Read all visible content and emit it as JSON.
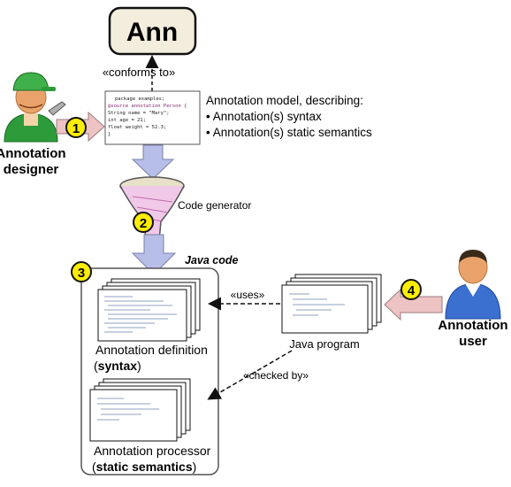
{
  "ann_box": {
    "label": "Ann"
  },
  "conforms_label": "«conforms to»",
  "code_snippet": {
    "lines": [
      "package examples;",
      "@source annotation Person {",
      "    String name = \"Mary\";",
      "    int age = 21;",
      "    float weight = 52.3;",
      "}"
    ]
  },
  "model_description": {
    "heading": "Annotation model, describing:",
    "bullets": [
      "• Annotation(s) syntax",
      "• Annotation(s) static semantics"
    ]
  },
  "designer": {
    "name_line1": "Annotation",
    "name_line2": "designer"
  },
  "user": {
    "name_line1": "Annotation",
    "name_line2": "user"
  },
  "steps": {
    "s1": "1",
    "s2": "2",
    "s3": "3",
    "s4": "4"
  },
  "code_generator_label": "Code generator",
  "java_code_label": "Java code",
  "uses_label": "«uses»",
  "checked_by_label": "«checked by»",
  "java_program_label": "Java program",
  "annotation_definition": {
    "line1": "Annotation definition",
    "paren_open": "(",
    "bold": "syntax",
    "paren_close": ")"
  },
  "annotation_processor": {
    "line1": "Annotation processor",
    "paren_open": "(",
    "bold": "static semantics",
    "paren_close": ")"
  },
  "colors": {
    "ann_fill": "#f2eddc",
    "arrow_blue": "#b7bfe8",
    "arrow_pink": "#eec3c4",
    "step_yellow": "#ffee00",
    "designer_green": "#2e9b3a",
    "user_blue": "#3b6fd0"
  }
}
